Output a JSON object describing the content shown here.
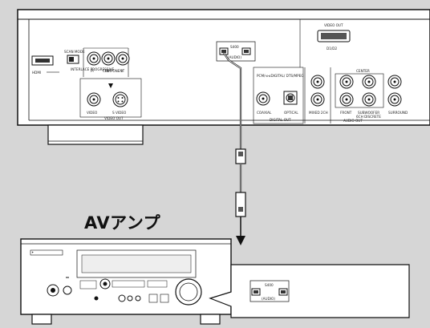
{
  "player": {
    "hdmi": "HDMI",
    "video_out_left": "VIDEO OUT",
    "component": "COMPONENT",
    "scan_mode": "SCAN MODE",
    "interlace_progressive": "INTERLACE PROGRESSIVE",
    "pr": "Pr",
    "pb": "Pb",
    "y": "Y",
    "video": "VIDEO",
    "s_video": "S VIDEO",
    "s400_label": "S400",
    "audio": "(AUDIO)",
    "video_out_right": "VIDEO OUT",
    "d1d2": "D1/D2",
    "digital_heading": "PCM/⊲⊲DIGITAL/ DTS/MPEG",
    "coaxial": "COAXIAL",
    "optical": "OPTICAL",
    "digital_out": "DIGITAL OUT",
    "mixed_2ch": "MIXED 2CH",
    "center": "CENTER",
    "front": "FRONT",
    "subwoofer": "SUBWOOFER",
    "surround": "SURROUND",
    "ch_discrete": "6CH DISCRETE",
    "audio_out": "AUDIO OUT"
  },
  "amp_title": "AVアンプ",
  "amp_callout": {
    "s400_label": "S400",
    "audio": "(AUDIO)"
  }
}
